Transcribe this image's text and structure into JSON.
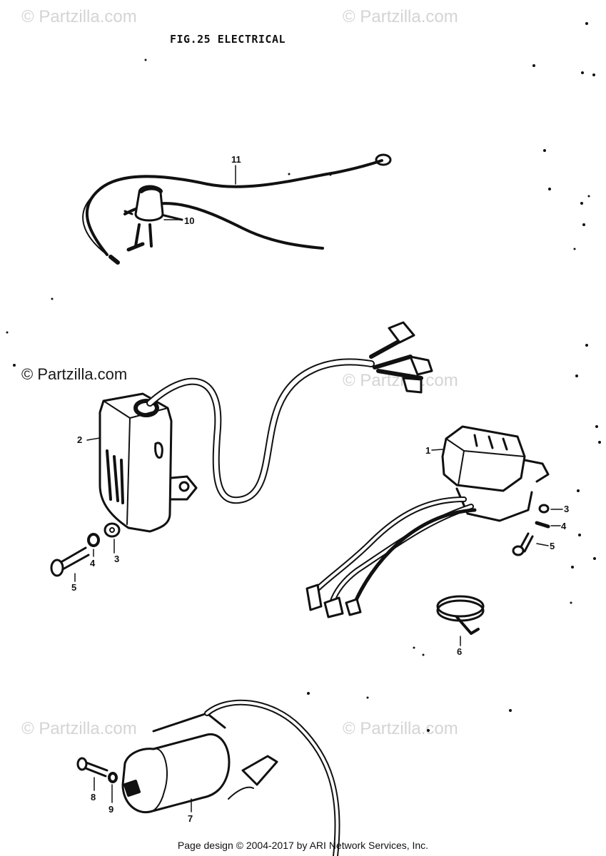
{
  "figure": {
    "title": "FIG.25  ELECTRICAL"
  },
  "watermark": {
    "text": "© Partzilla.com"
  },
  "callouts": [
    "11",
    "10",
    "2",
    "1",
    "3",
    "4",
    "5",
    "3",
    "4",
    "5",
    "6",
    "7",
    "8",
    "9"
  ],
  "footer": {
    "text": "Page design © 2004-2017 by ARI Network Services, Inc."
  }
}
